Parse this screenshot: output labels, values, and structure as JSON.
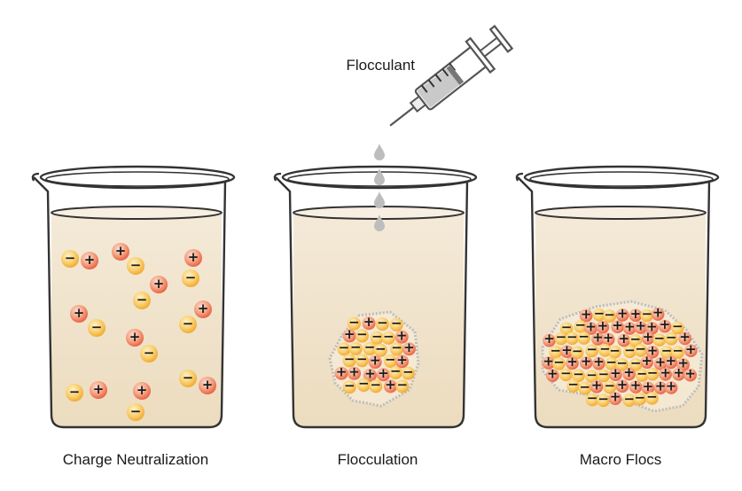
{
  "syringe": {
    "label": "Flocculant"
  },
  "beakers": [
    {
      "id": "charge-neutralization",
      "label": "Charge Neutralization"
    },
    {
      "id": "flocculation",
      "label": "Flocculation"
    },
    {
      "id": "macro-flocs",
      "label": "Macro Flocs"
    }
  ],
  "particles": {
    "positive_symbol": "+",
    "negative_symbol": "−",
    "colors": {
      "positive": "#f07a5a",
      "negative": "#f7b83a",
      "liquid": "#f1e4cc",
      "floc_outline": "#b8b8b8",
      "drop": "#bdbdbd"
    }
  },
  "icons": [
    "syringe-icon",
    "drop-icon",
    "beaker-icon"
  ]
}
